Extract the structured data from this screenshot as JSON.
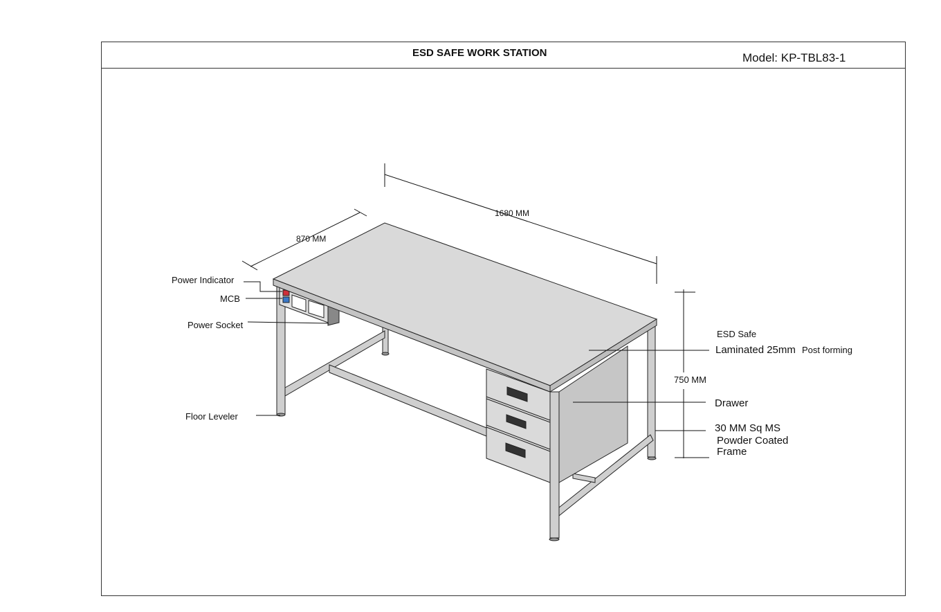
{
  "header": {
    "title": "ESD SAFE WORK STATION",
    "model": "Model: KP-TBL83-1"
  },
  "dimensions": {
    "length": "1680 MM",
    "width": "870 MM",
    "height": "750 MM"
  },
  "labels": {
    "power_indicator": "Power Indicator",
    "mcb": "MCB",
    "power_socket": "Power Socket",
    "floor_leveler": "Floor Leveler",
    "esd_safe": "ESD Safe",
    "laminated": "Laminated 25mm",
    "post_forming": "Post forming",
    "drawer": "Drawer",
    "frame_line1": "30 MM Sq MS",
    "frame_line2": "Powder Coated",
    "frame_line3": "Frame"
  },
  "colors": {
    "surface": "#d9d9d9",
    "edge": "#c4c4c4",
    "panel": "#c8c8c8",
    "indicator": "#d0303a",
    "mcb": "#3a78c8"
  }
}
